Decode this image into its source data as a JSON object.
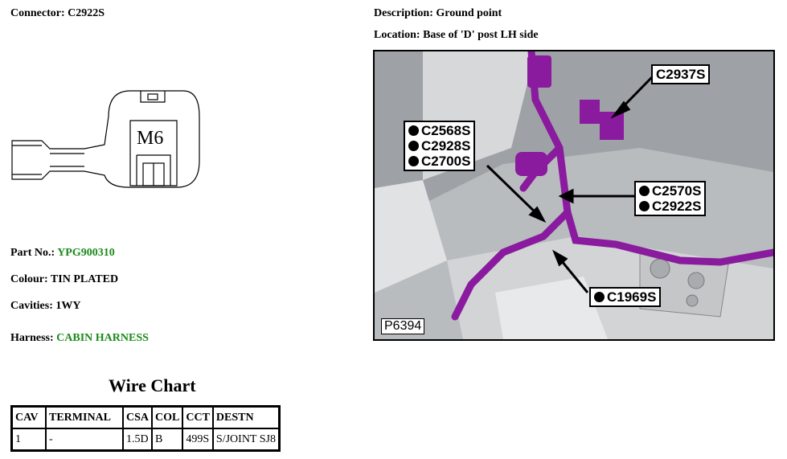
{
  "connector": {
    "label": "Connector:",
    "value": "C2922S"
  },
  "description": {
    "label": "Description:",
    "value": "Ground point"
  },
  "location": {
    "label": "Location:",
    "value": "Base of 'D' post LH side"
  },
  "part_no": {
    "label": "Part No.:",
    "value": "YPG900310"
  },
  "colour": {
    "label": "Colour:",
    "value": "TIN PLATED"
  },
  "cavities": {
    "label": "Cavities:",
    "value": "1WY"
  },
  "harness": {
    "label": "Harness:",
    "value": "CABIN HARNESS"
  },
  "drawing": {
    "stud_label": "M6"
  },
  "photo": {
    "reference": "P6394",
    "callouts": {
      "top_right": [
        "C2937S"
      ],
      "left_group": [
        "C2568S",
        "C2928S",
        "C2700S"
      ],
      "right_group": [
        "C2570S",
        "C2922S"
      ],
      "bottom": [
        "C1969S"
      ]
    }
  },
  "wire_chart": {
    "title": "Wire Chart",
    "headers": [
      "CAV",
      "TERMINAL",
      "CSA",
      "COL",
      "CCT",
      "DESTN"
    ],
    "rows": [
      [
        "1",
        "-",
        "1.5D",
        "B",
        "499S",
        "S/JOINT SJ8"
      ]
    ]
  },
  "colors": {
    "green_text": "#1a8a1a",
    "harness_purple": "#8a1a9e"
  }
}
